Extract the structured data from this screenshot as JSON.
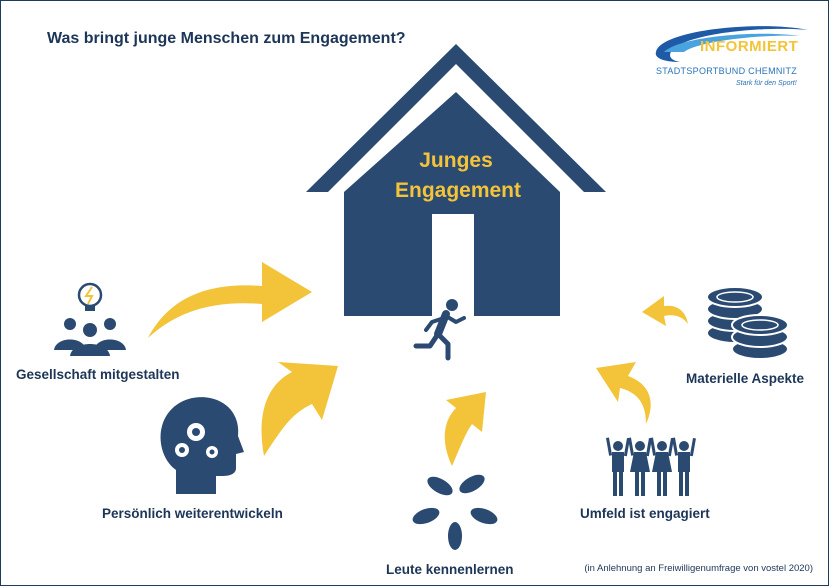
{
  "title": "Was bringt junge Menschen zum Engagement?",
  "logo": {
    "name": "INFORMIERT",
    "organization": "STADTSPORTBUND CHEMNITZ",
    "tagline": "Stark für den Sport!"
  },
  "house": {
    "line1": "Junges",
    "line2": "Engagement"
  },
  "factors": {
    "gesellschaft": "Gesellschaft mitgestalten",
    "persoenlich": "Persönlich weiterentwickeln",
    "leute": "Leute kennenlernen",
    "umfeld": "Umfeld ist engagiert",
    "materiell": "Materielle Aspekte"
  },
  "source_note": "(in Anlehnung an Freiwilligenumfrage von vostel 2020)",
  "colors": {
    "navy": "#2b4a72",
    "arrow": "#f3c33a",
    "text": "#1d3557"
  }
}
